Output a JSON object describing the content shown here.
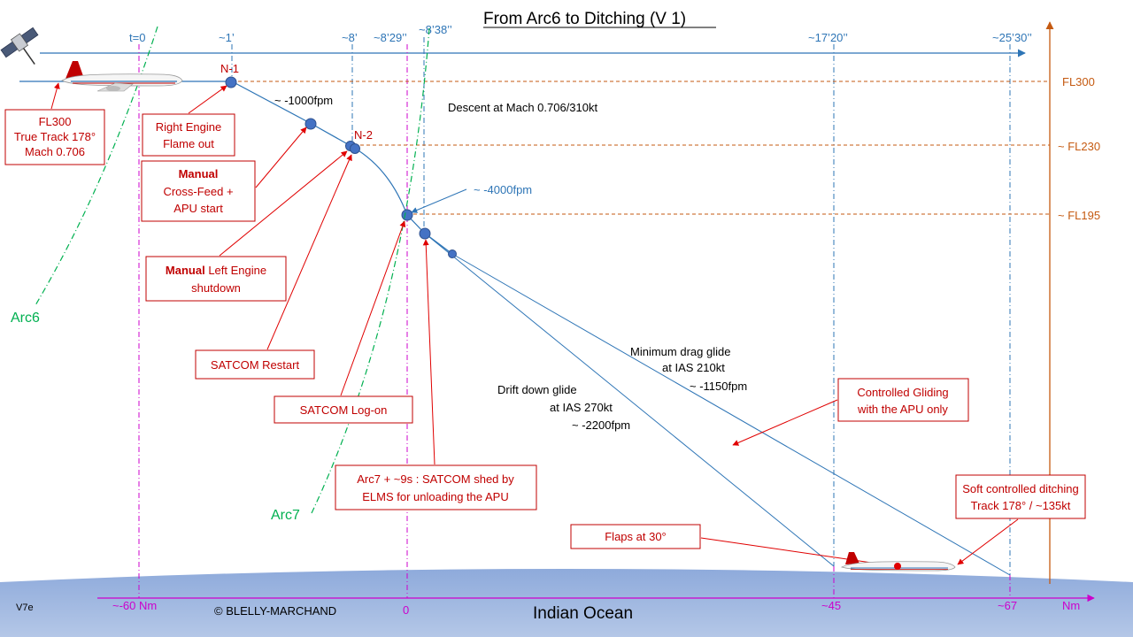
{
  "title": "From Arc6 to Ditching (V 1)",
  "time_ticks": [
    "t=0",
    "~1’",
    "~8’",
    "~8’29’’",
    "~8’38’’",
    "~17’20’’",
    "~25’30’’"
  ],
  "flight_levels": [
    "FL300",
    "~ FL230",
    "~ FL195"
  ],
  "points": [
    "N-1",
    "N-2"
  ],
  "rates": {
    "r1000": "~ -1000fpm",
    "r4000": "~ -4000fpm",
    "descent": "Descent at Mach 0.706/310kt"
  },
  "min_drag": [
    "Minimum  drag glide",
    "at IAS 210kt",
    "~ -1150fpm"
  ],
  "drift_down": [
    "Drift down glide",
    "at IAS 270kt",
    "~ -2200fpm"
  ],
  "boxes": {
    "fl300": [
      "FL300",
      "True Track 178°",
      "Mach 0.706"
    ],
    "right_engine": [
      "Right Engine",
      "Flame out"
    ],
    "manual_crossfeed": [
      "Manual",
      "Cross-Feed +",
      "APU start"
    ],
    "manual_left": [
      "Manual",
      " Left Engine",
      "shutdown"
    ],
    "satcom_restart": "SATCOM Restart",
    "satcom_logon": "SATCOM Log-on",
    "arc7_shed": [
      "Arc7 + ~9s : SATCOM shed by",
      "ELMS for unloading the APU"
    ],
    "controlled_gliding": [
      "Controlled Gliding",
      "with the APU only"
    ],
    "soft_ditching": [
      "Soft controlled ditching",
      "Track 178°  / ~135kt"
    ],
    "flaps": "Flaps at 30°"
  },
  "arcs": [
    "Arc6",
    "Arc7"
  ],
  "distance_ticks": [
    "~-60 Nm",
    "0",
    "~45",
    "~67",
    "Nm"
  ],
  "footer": {
    "version": "V7e",
    "copyright": "© BLELLY-MARCHAND",
    "ocean": "Indian Ocean"
  },
  "colors": {
    "time_axis": "#2e75b6",
    "flight_level": "#c55a11",
    "annotation": "#c00000",
    "arc": "#00b050",
    "distance_axis": "#cc00cc",
    "ocean": "#8eaadb"
  },
  "icons": [
    "satellite-icon",
    "aircraft-icon"
  ]
}
